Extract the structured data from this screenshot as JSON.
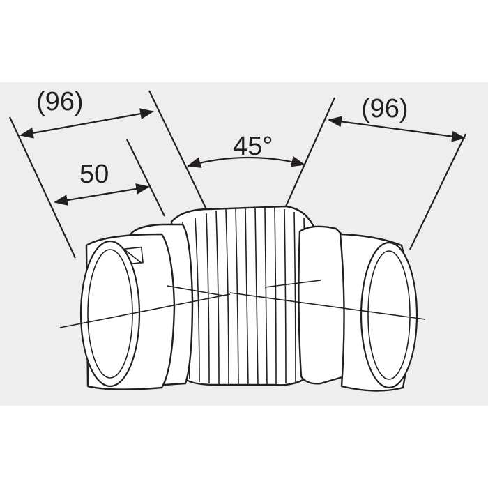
{
  "figure": {
    "part": "elbow-joint-45deg",
    "colors": {
      "background": "#eeeeee",
      "line": "#231f20",
      "fill": "#ffffff"
    }
  },
  "dimensions": {
    "left_overall": "(96)",
    "left_socket": "50",
    "angle": "45°",
    "right_overall": "(96)"
  }
}
